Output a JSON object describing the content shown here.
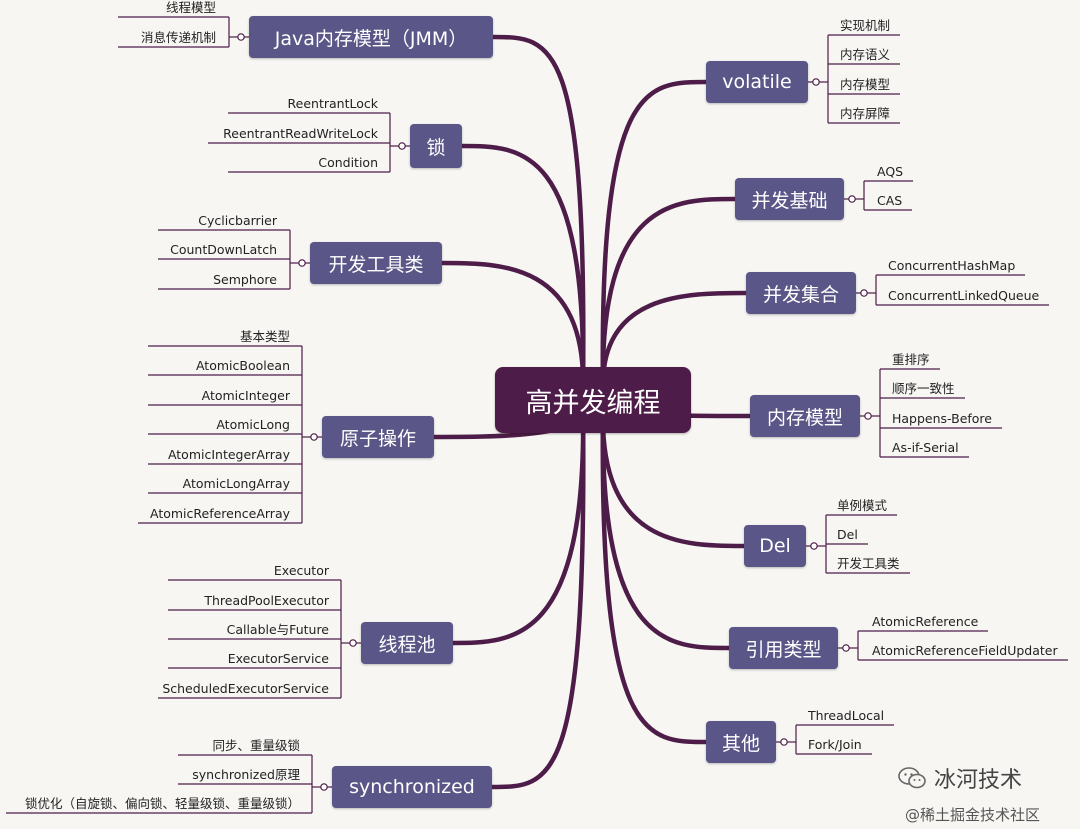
{
  "center": "高并发编程",
  "left_branches": [
    {
      "label": "Java内存模型（JMM）",
      "items": [
        "线程模型",
        "消息传递机制"
      ]
    },
    {
      "label": "锁",
      "items": [
        "ReentrantLock",
        "ReentrantReadWriteLock",
        "Condition"
      ]
    },
    {
      "label": "开发工具类",
      "items": [
        "Cyclicbarrier",
        "CountDownLatch",
        "Semphore"
      ]
    },
    {
      "label": "原子操作",
      "items": [
        "基本类型",
        "AtomicBoolean",
        "AtomicInteger",
        "AtomicLong",
        "AtomicIntegerArray",
        "AtomicLongArray",
        "AtomicReferenceArray"
      ]
    },
    {
      "label": "线程池",
      "items": [
        "Executor",
        "ThreadPoolExecutor",
        "Callable与Future",
        "ExecutorService",
        "ScheduledExecutorService"
      ]
    },
    {
      "label": "synchronized",
      "items": [
        "同步、重量级锁",
        "synchronized原理",
        "锁优化（自旋锁、偏向锁、轻量级锁、重量级锁）"
      ]
    }
  ],
  "right_branches": [
    {
      "label": "volatile",
      "items": [
        "实现机制",
        "内存语义",
        "内存模型",
        "内存屏障"
      ]
    },
    {
      "label": "并发基础",
      "items": [
        "AQS",
        "CAS"
      ]
    },
    {
      "label": "并发集合",
      "items": [
        "ConcurrentHashMap",
        "ConcurrentLinkedQueue"
      ]
    },
    {
      "label": "内存模型",
      "items": [
        "重排序",
        "顺序一致性",
        "Happens-Before",
        "As-if-Serial"
      ]
    },
    {
      "label": "Del",
      "items": [
        "单例模式",
        "Del",
        "开发工具类"
      ]
    },
    {
      "label": "引用类型",
      "items": [
        "AtomicReference",
        "AtomicReferenceFieldUpdater"
      ]
    },
    {
      "label": "其他",
      "items": [
        "ThreadLocal",
        "Fork/Join"
      ]
    }
  ],
  "watermark": "冰河技术",
  "footer": "@稀土掘金技术社区",
  "colors": {
    "center": "#4e1c48",
    "branch": "#5a5687",
    "line": "#4e1c48"
  }
}
